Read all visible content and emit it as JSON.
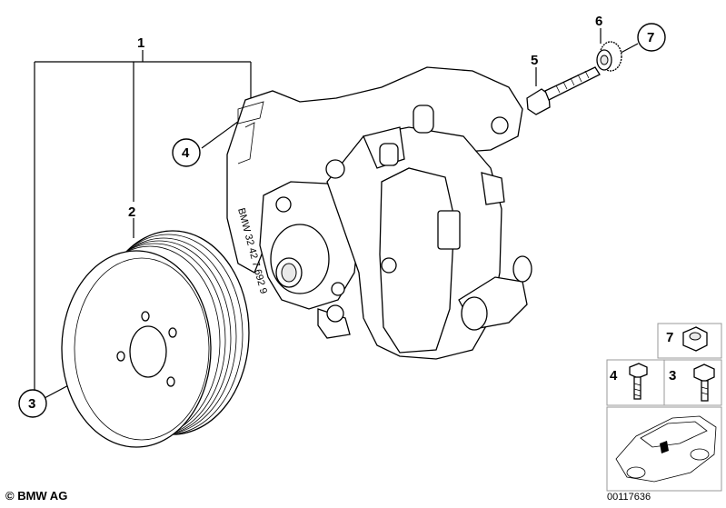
{
  "callouts": {
    "c1": "1",
    "c2": "2",
    "c3": "3",
    "c4": "4",
    "c5": "5",
    "c6": "6",
    "c7": "7"
  },
  "legend": {
    "item7": "7",
    "item4": "4",
    "item3": "3"
  },
  "footer": {
    "copyright": "© BMW AG",
    "diagram_id": "00117636"
  }
}
